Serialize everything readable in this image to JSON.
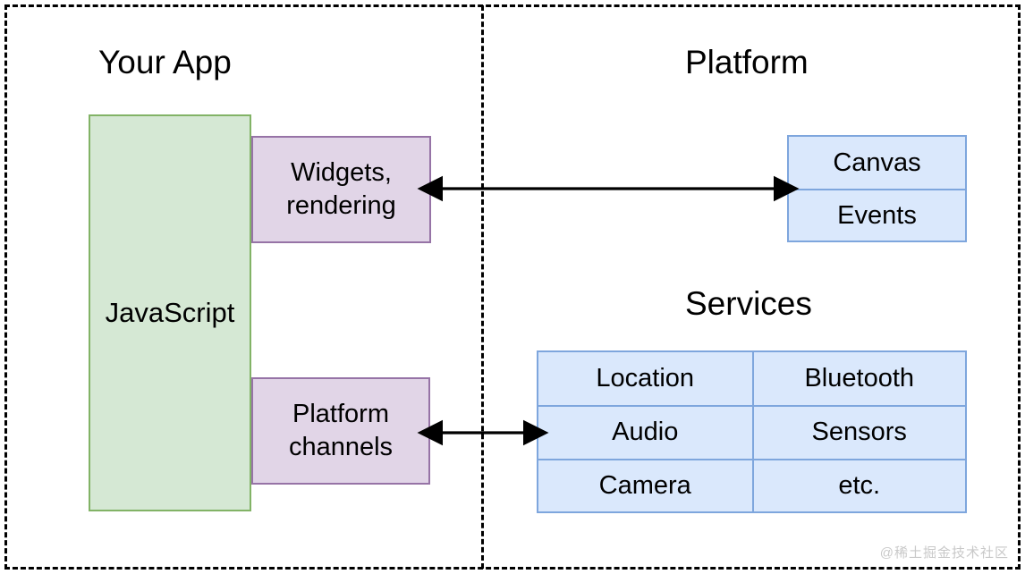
{
  "diagram": {
    "title_app": "Your App",
    "title_platform": "Platform",
    "title_services": "Services",
    "app_block": {
      "label": "JavaScript",
      "fill": "#d5e8d4",
      "stroke": "#82b366"
    },
    "bridges": [
      {
        "id": "widgets",
        "label": "Widgets,\nrendering",
        "line1": "Widgets,",
        "line2": "rendering",
        "fill": "#e1d5e7",
        "stroke": "#9673a6"
      },
      {
        "id": "platform-channels",
        "label": "Platform\nchannels",
        "line1": "Platform",
        "line2": "channels",
        "fill": "#e1d5e7",
        "stroke": "#9673a6"
      }
    ],
    "platform_panel": {
      "fill": "#dae8fc",
      "stroke": "#7ea6dd",
      "cells": [
        "Canvas",
        "Events"
      ]
    },
    "services_table": {
      "fill": "#dae8fc",
      "stroke": "#7ea6dd",
      "rows": [
        [
          "Location",
          "Bluetooth"
        ],
        [
          "Audio",
          "Sensors"
        ],
        [
          "Camera",
          "etc."
        ]
      ]
    },
    "arrows": [
      {
        "id": "widgets-canvas",
        "direction": "bidirectional"
      },
      {
        "id": "channels-services",
        "direction": "bidirectional"
      }
    ],
    "divider": {
      "style": "dashed",
      "color": "#000000"
    },
    "frame": {
      "style": "dashed",
      "color": "#000000"
    }
  },
  "watermark": {
    "text": "@稀土掘金技术社区"
  }
}
